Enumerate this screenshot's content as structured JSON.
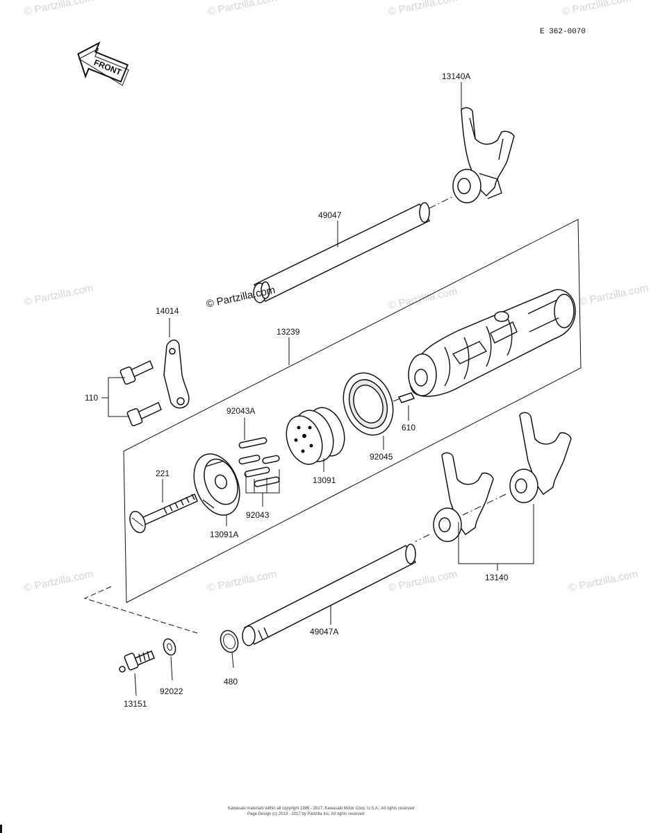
{
  "diagram_code": "E 362-0070",
  "front_badge": "FRONT",
  "watermarks": [
    "© Partzilla.com",
    "© Partzilla.com",
    "© Partzilla.com",
    "© Partzilla.com",
    "© Partzilla.com",
    "© Partzilla.com",
    "© Partzilla.com",
    "© Partzilla.com",
    "© Partzilla.com",
    "© Partzilla.com",
    "© Partzilla.com"
  ],
  "center_watermark": "© Partzilla.com",
  "labels": {
    "fork_13140A": "13140A",
    "shaft_49047": "49047",
    "plate_14014": "14014",
    "drum_13239": "13239",
    "bolt_110": "110",
    "pin_92043A": "92043A",
    "pin_610": "610",
    "screw_221": "221",
    "bearing_92045": "92045",
    "holder_13091": "13091",
    "pins_92043": "92043",
    "plate_13091A": "13091A",
    "forks_13140": "13140",
    "shaft_49047A": "49047A",
    "switch_13151": "13151",
    "washer_92022": "92022",
    "circlip_480": "480"
  },
  "copyright_lines": [
    "Kawasaki materials within all copyright 1985 - 2017, Kawasaki Motor Corp, U.S.A.. All rights reserved",
    "Page Design (c) 2013 - 2017 by Partzilla Inc. All rights reserved"
  ]
}
